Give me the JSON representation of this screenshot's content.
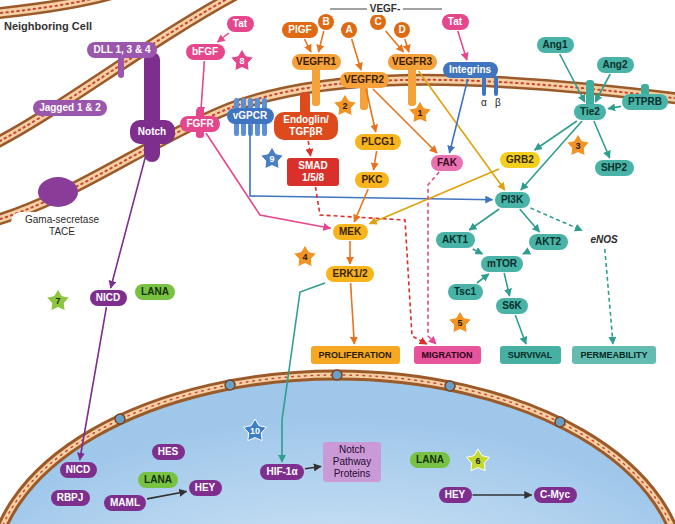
{
  "diagram": {
    "nodes": [
      {
        "text": [
          "Tat"
        ]
      },
      {
        "text": [
          "bFGF"
        ]
      },
      {
        "text": [
          "PlGF"
        ]
      },
      {
        "text": [
          "B"
        ]
      },
      {
        "text": [
          "A"
        ]
      },
      {
        "text": [
          "C"
        ]
      },
      {
        "text": [
          "D"
        ]
      },
      {
        "text": [
          "Tat"
        ]
      },
      {
        "text": [
          "DLL 1, 3 & 4"
        ]
      },
      {
        "text": [
          "Jagged 1 & 2"
        ]
      },
      {
        "text": [
          "Ang1"
        ]
      },
      {
        "text": [
          "VEGFR1"
        ]
      },
      {
        "text": [
          "VEGFR2"
        ]
      },
      {
        "text": [
          "VEGFR3"
        ]
      },
      {
        "text": [
          "Integrins"
        ]
      },
      {
        "text": [
          "Ang2"
        ]
      },
      {
        "text": [
          "Notch"
        ]
      },
      {
        "text": [
          "FGFR"
        ]
      },
      {
        "text": [
          "vGPCR"
        ]
      },
      {
        "text": [
          "Endoglin/ TGFβR"
        ]
      },
      {
        "text": [
          "Tie2"
        ]
      },
      {
        "text": [
          "PTPRB"
        ]
      },
      {
        "text": [
          "PLCG1"
        ]
      },
      {
        "text": [
          "FAK"
        ]
      },
      {
        "text": [
          "GRB2"
        ]
      },
      {
        "text": [
          "SHP2"
        ]
      },
      {
        "text": [
          "SMAD 1/5/8"
        ]
      },
      {
        "text": [
          "Gama-secretase TACE"
        ]
      },
      {
        "text": [
          "PKC"
        ]
      },
      {
        "text": [
          "PI3K"
        ]
      },
      {
        "text": [
          "MEK"
        ]
      },
      {
        "text": [
          "AKT1"
        ]
      },
      {
        "text": [
          "AKT2"
        ]
      },
      {
        "text": [
          "eNOS"
        ]
      },
      {
        "text": [
          "mTOR"
        ]
      },
      {
        "text": [
          "ERK1/2"
        ]
      },
      {
        "text": [
          "Tsc1"
        ]
      },
      {
        "text": [
          "S6K"
        ]
      },
      {
        "text": [
          "NICD"
        ]
      },
      {
        "text": [
          "LANA"
        ]
      },
      {
        "text": [
          "PROLIFERATION"
        ]
      },
      {
        "text": [
          "MIGRATION"
        ]
      },
      {
        "text": [
          "SURVIVAL"
        ]
      },
      {
        "text": [
          "PERMEABILITY"
        ]
      },
      {
        "text": [
          "HES"
        ]
      },
      {
        "text": [
          "HIF-1α"
        ]
      },
      {
        "text": [
          "Notch Pathway Proteins"
        ]
      },
      {
        "text": [
          "LANA"
        ]
      },
      {
        "text": [
          "NICD"
        ]
      },
      {
        "text": [
          "LANA"
        ]
      },
      {
        "text": [
          "HEY"
        ]
      },
      {
        "text": [
          "HEY"
        ]
      },
      {
        "text": [
          "C-Myc"
        ]
      },
      {
        "text": [
          "RBPJ"
        ]
      },
      {
        "text": [
          "MAML"
        ]
      }
    ],
    "edges": [
      {
        "from": 0,
        "to": 1,
        "arrow": "to"
      },
      {
        "from": 1,
        "to": 17,
        "arrow": "to"
      },
      {
        "from": 7,
        "to": 14,
        "arrow": "to"
      },
      {
        "from": 2,
        "to": 11,
        "arrow": "to"
      },
      {
        "from": 3,
        "to": 11,
        "arrow": "to"
      },
      {
        "from": 4,
        "to": 12,
        "arrow": "to"
      },
      {
        "from": 5,
        "to": 13,
        "arrow": "to"
      },
      {
        "from": 6,
        "to": 13,
        "arrow": "to"
      },
      {
        "from": 10,
        "to": 20,
        "arrow": "to"
      },
      {
        "from": 15,
        "to": 20,
        "arrow": "to"
      },
      {
        "from": 16,
        "to": 38,
        "arrow": "to"
      },
      {
        "from": 38,
        "to": 48,
        "arrow": "to"
      },
      {
        "from": 17,
        "to": 30,
        "arrow": "to"
      },
      {
        "from": 18,
        "to": 29,
        "arrow": "to"
      },
      {
        "from": 19,
        "to": 26,
        "arrow": "to"
      },
      {
        "from": 26,
        "to": 41,
        "arrow": "to"
      },
      {
        "from": 12,
        "to": 22,
        "arrow": "to"
      },
      {
        "from": 12,
        "to": 23,
        "arrow": "to"
      },
      {
        "from": 13,
        "to": 29,
        "arrow": "to"
      },
      {
        "from": 14,
        "to": 23,
        "arrow": "to"
      },
      {
        "from": 20,
        "to": 24,
        "arrow": "to"
      },
      {
        "from": 20,
        "to": 25,
        "arrow": "to"
      },
      {
        "from": 20,
        "to": 29,
        "arrow": "to"
      },
      {
        "from": 21,
        "to": 20,
        "arrow": "to"
      },
      {
        "from": 22,
        "to": 28,
        "arrow": "to"
      },
      {
        "from": 28,
        "to": 30,
        "arrow": "to"
      },
      {
        "from": 24,
        "to": 30,
        "arrow": "to"
      },
      {
        "from": 23,
        "to": 41,
        "arrow": "to"
      },
      {
        "from": 29,
        "to": 31,
        "arrow": "to"
      },
      {
        "from": 29,
        "to": 32,
        "arrow": "to"
      },
      {
        "from": 29,
        "to": 33,
        "arrow": "to"
      },
      {
        "from": 31,
        "to": 34,
        "arrow": "to"
      },
      {
        "from": 32,
        "to": 34,
        "arrow": "to"
      },
      {
        "from": 36,
        "to": 34,
        "arrow": "to"
      },
      {
        "from": 34,
        "to": 37,
        "arrow": "to"
      },
      {
        "from": 37,
        "to": 42,
        "arrow": "to"
      },
      {
        "from": 33,
        "to": 43,
        "arrow": "to"
      },
      {
        "from": 30,
        "to": 35,
        "arrow": "to"
      },
      {
        "from": 35,
        "to": 40,
        "arrow": "to"
      },
      {
        "from": 35,
        "to": 45,
        "arrow": "to"
      },
      {
        "from": 45,
        "to": 46,
        "arrow": "to"
      },
      {
        "from": 54,
        "to": 50,
        "arrow": "to"
      },
      {
        "from": 51,
        "to": 52,
        "arrow": "to"
      }
    ],
    "labels": [
      "Neighboring Cell",
      "VEGF-",
      "8",
      "α",
      "β",
      "2",
      "1",
      "9",
      "3",
      "4",
      "5",
      "7",
      "10",
      "6"
    ]
  }
}
